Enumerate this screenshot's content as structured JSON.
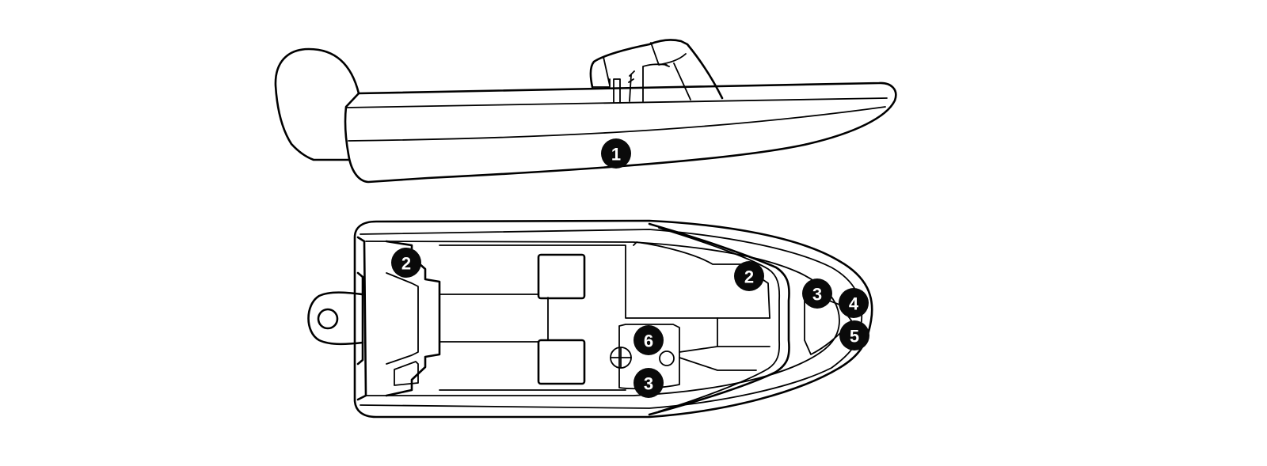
{
  "markers": [
    {
      "id": "m1",
      "label": "1"
    },
    {
      "id": "m2a",
      "label": "2"
    },
    {
      "id": "m2b",
      "label": "2"
    },
    {
      "id": "m3a",
      "label": "3"
    },
    {
      "id": "m4",
      "label": "4"
    },
    {
      "id": "m5",
      "label": "5"
    },
    {
      "id": "m6",
      "label": "6"
    },
    {
      "id": "m3b",
      "label": "3"
    }
  ],
  "colors": {
    "line": "#000000",
    "marker": "#0a0a0a",
    "background": "#ffffff"
  }
}
